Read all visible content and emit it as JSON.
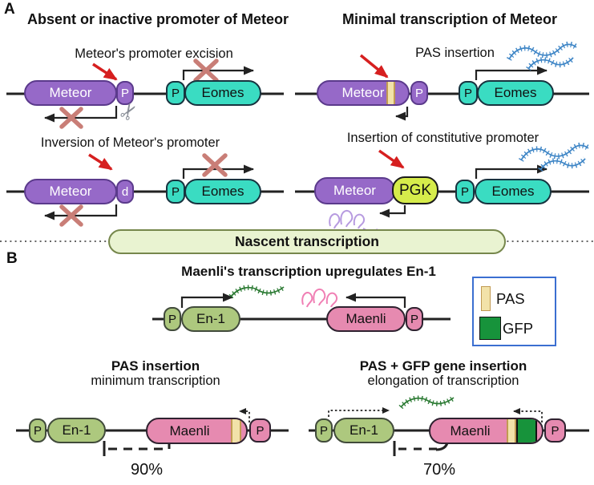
{
  "a": {
    "tag": "A",
    "heading_left": "Absent or inactive promoter of Meteor",
    "heading_right": "Minimal transcription of Meteor",
    "excision": {
      "caption": "Meteor's promoter excision",
      "gene": "Meteor",
      "promoter": "P",
      "eomes_promoter": "P",
      "eomes": "Eomes"
    },
    "pas_insertion": {
      "caption": "PAS insertion",
      "gene": "Meteor",
      "promoter": "P",
      "eomes_promoter": "P",
      "eomes": "Eomes"
    },
    "inversion": {
      "caption": "Inversion of Meteor's promoter",
      "gene": "Meteor",
      "promoter": "d",
      "eomes_promoter": "P",
      "eomes": "Eomes"
    },
    "constitutive": {
      "caption": "Insertion of constitutive promoter",
      "gene": "Meteor",
      "insert": "PGK",
      "eomes_promoter": "P",
      "eomes": "Eomes"
    }
  },
  "divider": {
    "label": "Nascent transcription"
  },
  "b": {
    "tag": "B",
    "heading": "Maenli's transcription upregulates En-1",
    "wildtype": {
      "promoter_left": "P",
      "gene_left": "En-1",
      "gene_right": "Maenli",
      "promoter_right": "P"
    },
    "legend": {
      "pas_label": "PAS",
      "gfp_label": "GFP"
    },
    "pas_insertion": {
      "caption_bold": "PAS insertion",
      "caption_sub": "minimum transcription",
      "promoter_left": "P",
      "gene_left": "En-1",
      "gene_right": "Maenli",
      "promoter_right": "P",
      "percent": "90%"
    },
    "pas_gfp_insertion": {
      "caption_bold": "PAS + GFP gene insertion",
      "caption_sub": "elongation of transcription",
      "promoter_left": "P",
      "gene_left": "En-1",
      "gene_right": "Maenli",
      "promoter_right": "P",
      "percent": "70%"
    }
  },
  "colors": {
    "gene_purple": "#9669C8",
    "gene_teal": "#3ADCC2",
    "gene_olive": "#ADC87E",
    "gene_pink": "#E68AB0",
    "pgk_yellow": "#D6EC4B",
    "pas_tan": "#F2E2A9",
    "gfp_green": "#17933B",
    "nascent_fill": "#E9F3D1",
    "legend_border": "#3B6FD1",
    "cross_red": "#C97E77",
    "arrow_red": "#D61F1F",
    "rna_blue": "#3F86C6",
    "rna_green": "#2B7A33",
    "rna_pink": "#F07FB4",
    "rna_purple": "#B79BE0"
  }
}
